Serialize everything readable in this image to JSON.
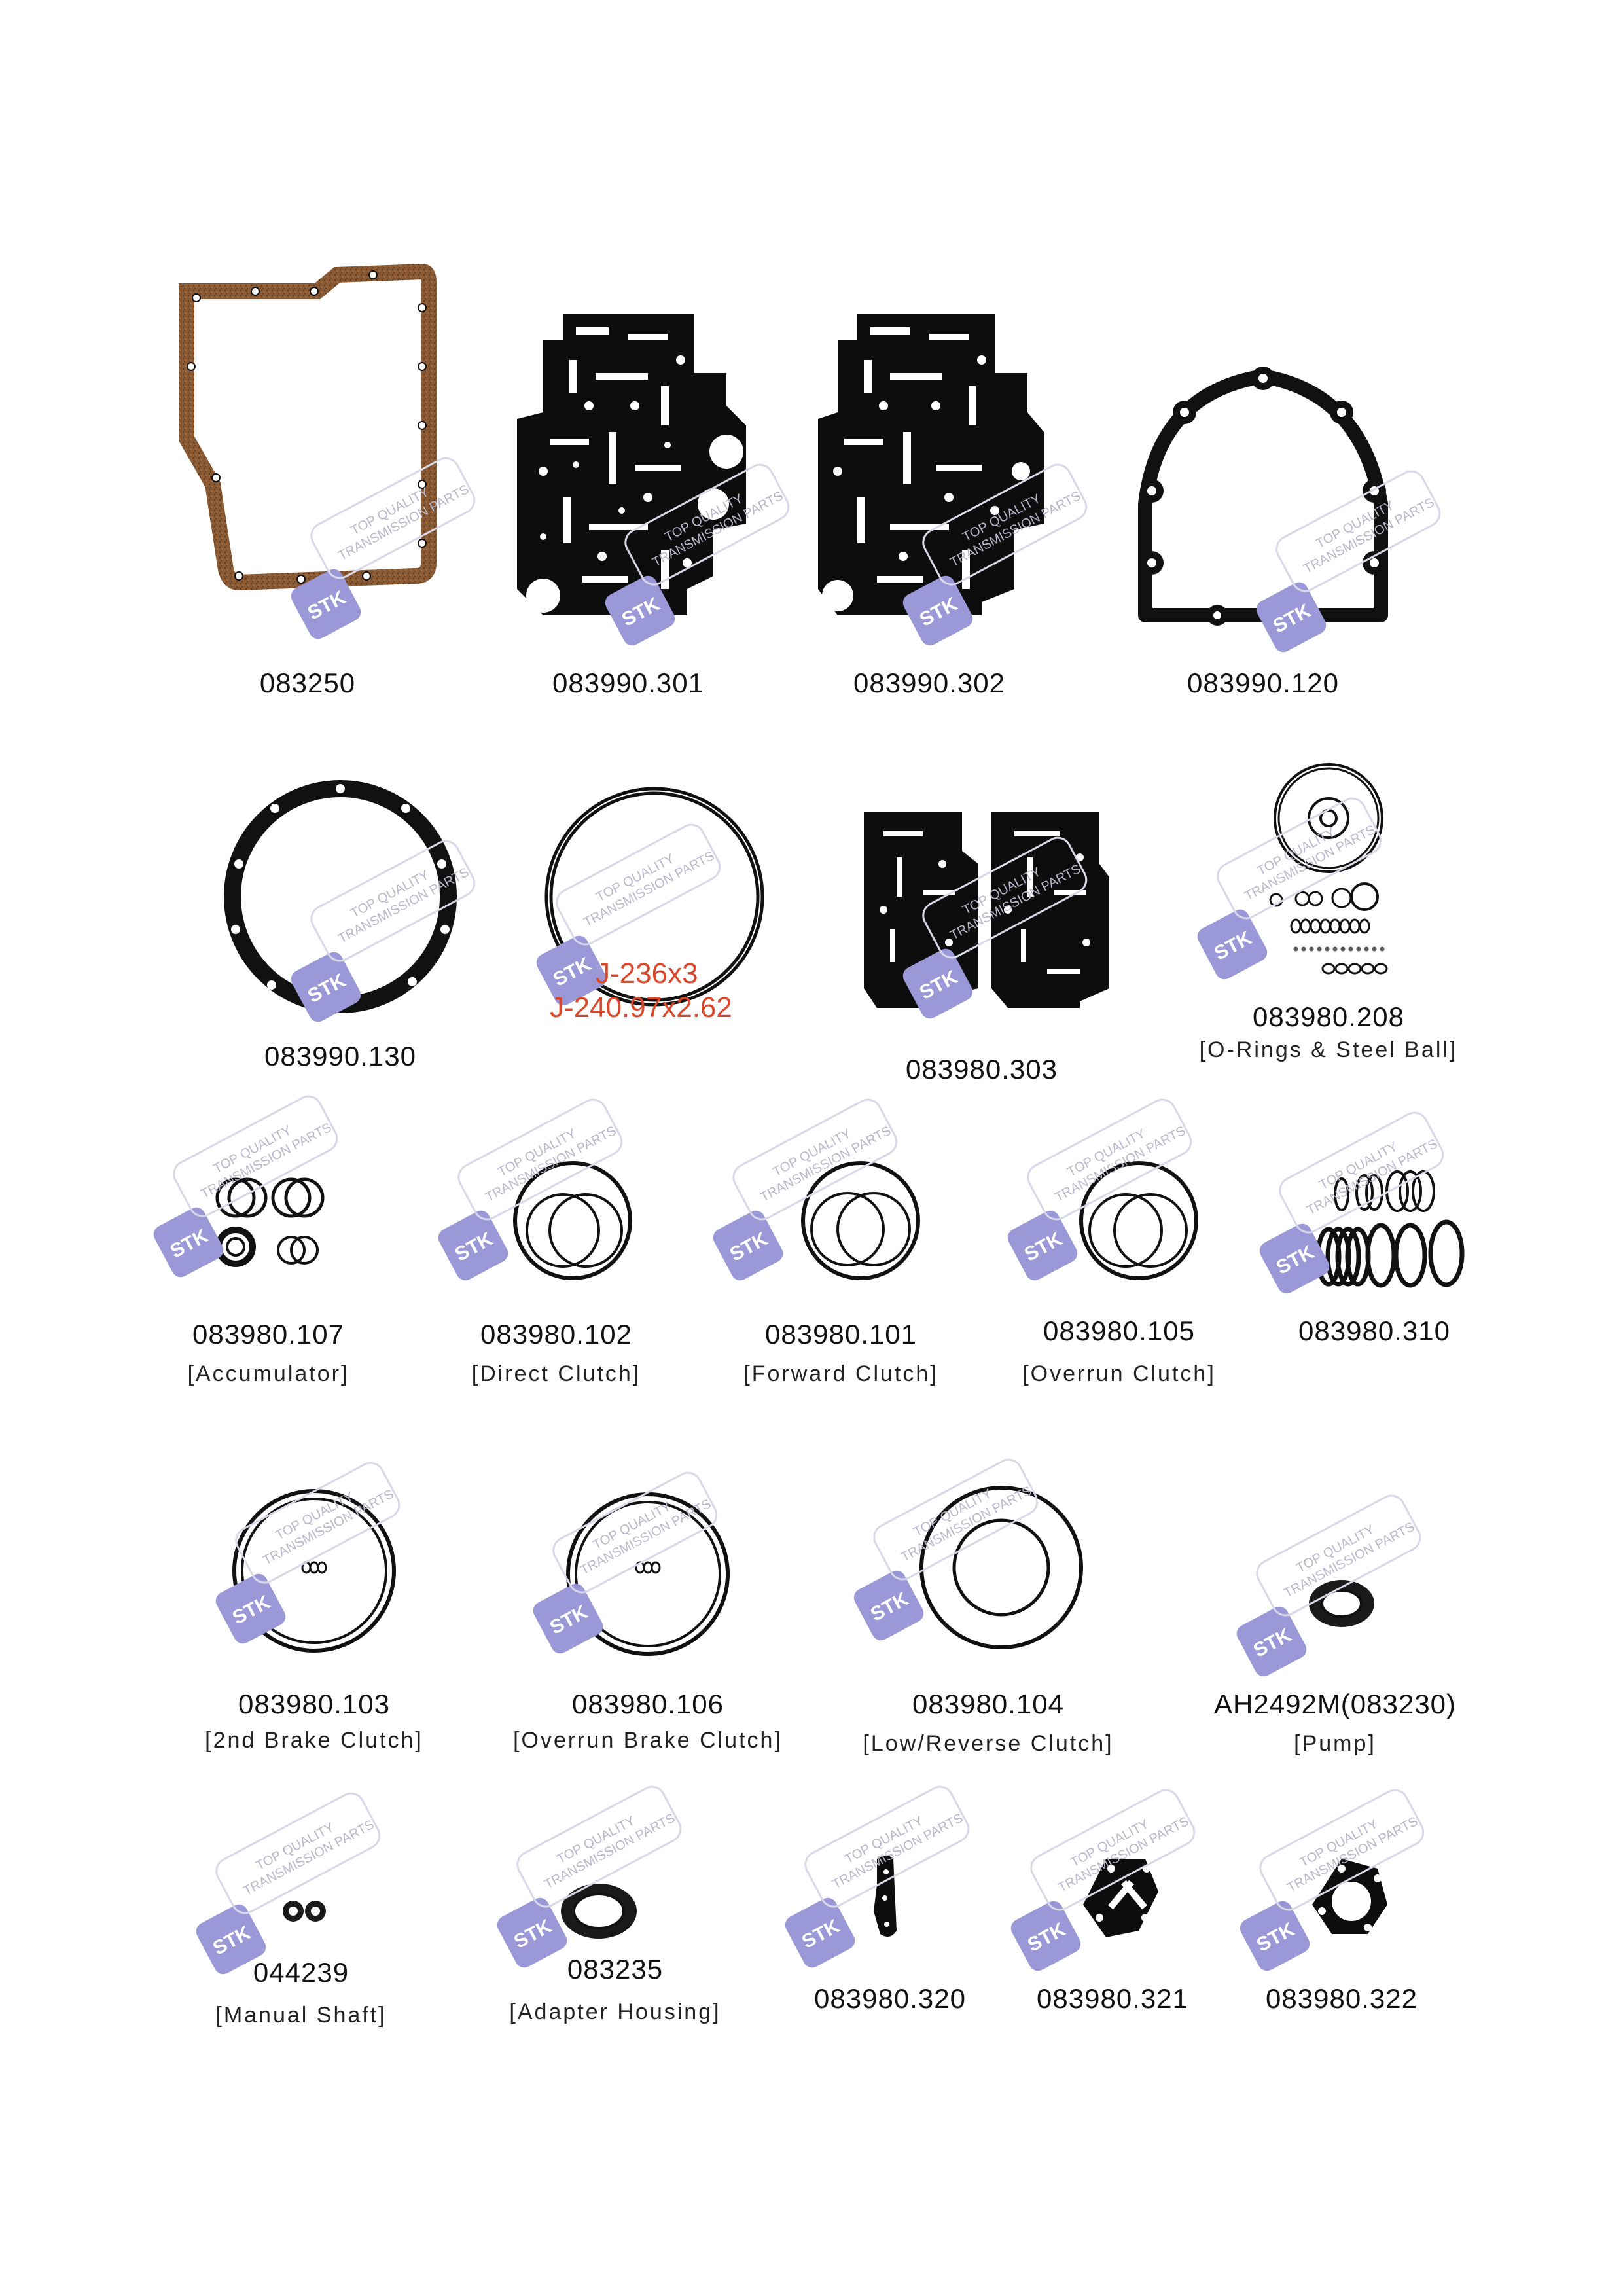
{
  "brand": {
    "logo_text": "STK",
    "watermark_lines": [
      "TOP QUALITY",
      "TRANSMISSION PARTS"
    ],
    "accent_color": "#9b98d8"
  },
  "parts": [
    {
      "code": "083250",
      "desc": "",
      "icon": "cork-pan-gasket-icon"
    },
    {
      "code": "083990.301",
      "desc": "",
      "icon": "valve-body-separator-plate-gasket-icon"
    },
    {
      "code": "083990.302",
      "desc": "",
      "icon": "valve-body-separator-plate-gasket-icon"
    },
    {
      "code": "083990.120",
      "desc": "",
      "icon": "bell-housing-gasket-icon"
    },
    {
      "code": "083990.130",
      "desc": "",
      "icon": "ring-gasket-icon"
    },
    {
      "code": "",
      "desc": "",
      "icon": "o-ring-icon",
      "notes": [
        "J-236x3",
        "J-240.97x2.62"
      ]
    },
    {
      "code": "083980.303",
      "desc": "",
      "icon": "valve-body-gasket-pair-icon"
    },
    {
      "code": "083980.208",
      "desc": "[O-Rings & Steel Ball]",
      "icon": "o-rings-steel-ball-icon"
    },
    {
      "code": "083980.107",
      "desc": "[Accumulator]",
      "icon": "accumulator-seals-icon"
    },
    {
      "code": "083980.102",
      "desc": "[Direct Clutch]",
      "icon": "clutch-seal-icon"
    },
    {
      "code": "083980.101",
      "desc": "[Forward Clutch]",
      "icon": "clutch-seal-icon"
    },
    {
      "code": "083980.105",
      "desc": "[Overrun Clutch]",
      "icon": "clutch-seal-icon"
    },
    {
      "code": "083980.310",
      "desc": "",
      "icon": "sealing-rings-icon"
    },
    {
      "code": "083980.103",
      "desc": "[2nd Brake Clutch]",
      "icon": "brake-seal-icon"
    },
    {
      "code": "083980.106",
      "desc": "[Overrun Brake Clutch]",
      "icon": "brake-seal-icon"
    },
    {
      "code": "083980.104",
      "desc": "[Low/Reverse Clutch]",
      "icon": "piston-seal-icon"
    },
    {
      "code": "AH2492M(083230)",
      "desc": "[Pump]",
      "icon": "oil-seal-icon"
    },
    {
      "code": "044239",
      "desc": "[Manual Shaft]",
      "icon": "shaft-seal-icon"
    },
    {
      "code": "083235",
      "desc": "[Adapter Housing]",
      "icon": "oil-seal-icon"
    },
    {
      "code": "083980.320",
      "desc": "",
      "icon": "small-gasket-icon"
    },
    {
      "code": "083980.321",
      "desc": "",
      "icon": "small-gasket-icon"
    },
    {
      "code": "083980.322",
      "desc": "",
      "icon": "small-gasket-icon"
    }
  ]
}
